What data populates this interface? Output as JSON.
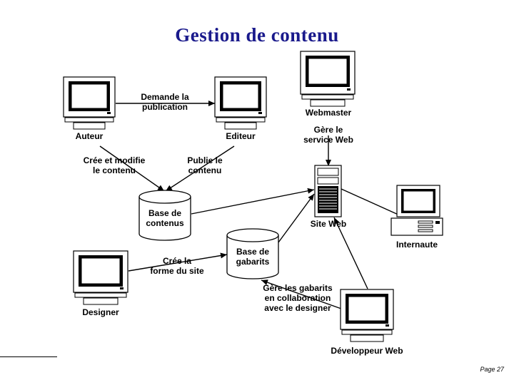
{
  "title": "Gestion de contenu",
  "page": "Page 27",
  "nodes": {
    "auteur": "Auteur",
    "editeur": "Editeur",
    "webmaster": "Webmaster",
    "site_web": "Site Web",
    "internaute": "Internaute",
    "designer": "Designer",
    "developpeur": "Développeur Web",
    "base_contenus": "Base de\ncontenus",
    "base_gabarits": "Base de\ngabarits"
  },
  "actions": {
    "demande_publication": "Demande la\npublication",
    "gere_service": "Gère le\nservice Web",
    "cree_modifie": "Crée et modifie\nle contenu",
    "publie": "Publie le\ncontenu",
    "cree_forme": "Crée la\nforme du site",
    "gere_gabarits": "Gère les gabarits\nen collaboration\navec le designer"
  }
}
